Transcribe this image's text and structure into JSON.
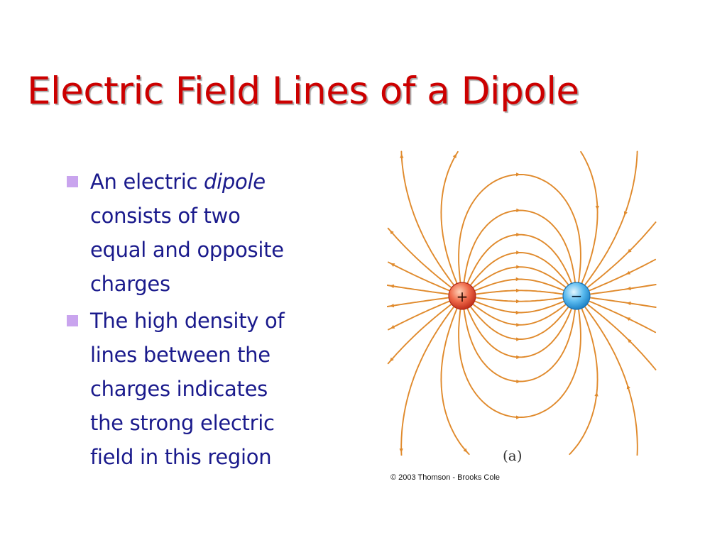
{
  "slide": {
    "title": "Electric Field Lines of a Dipole",
    "bullets": [
      {
        "lines": [
          {
            "text": "An electric ",
            "emphasis": "dipole"
          },
          {
            "text": "consists of two"
          },
          {
            "text": "equal and opposite"
          },
          {
            "text": "charges"
          }
        ]
      },
      {
        "lines": [
          {
            "text": "The high density of"
          },
          {
            "text": "lines between the"
          },
          {
            "text": "charges indicates"
          },
          {
            "text": "the strong electric"
          },
          {
            "text": "field in this region"
          }
        ]
      }
    ]
  },
  "figure": {
    "positive_label": "+",
    "negative_label": "−",
    "caption": "(a)",
    "copyright": "© 2003 Thomson - Brooks Cole"
  },
  "colors": {
    "title": "#cc0000",
    "body_text": "#1a1a8c",
    "bullet_marker": "#c9a4ee",
    "field_line": "#e08a2c",
    "positive_charge": "#e8452a",
    "negative_charge": "#3aa0e0"
  }
}
